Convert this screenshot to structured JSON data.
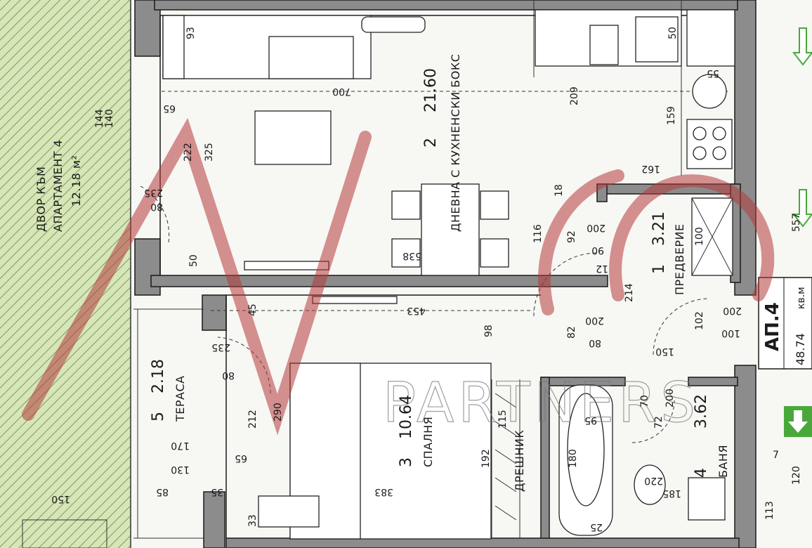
{
  "yard": {
    "line1": "ДВОР КЪМ",
    "line2": "АПАРТАМЕНТ 4",
    "line3": "12.18 м²"
  },
  "rooms": {
    "living": {
      "number": "2",
      "area": "21.60",
      "name": "ДНЕВНА С КУХНЕНСКИ БОКС"
    },
    "hall": {
      "number": "1",
      "area": "3.21",
      "name": "ПРЕДВЕРИЕ"
    },
    "terrace": {
      "number": "5",
      "area": "2.18",
      "name": "ТЕРАСА"
    },
    "bedroom": {
      "number": "3",
      "area": "10.64",
      "name": "СПАЛНЯ"
    },
    "bath": {
      "number": "4",
      "area": "3.62",
      "name": "БАНЯ"
    },
    "wardrobe": {
      "name": "ДРЕШНИК"
    }
  },
  "apartment": {
    "label": "АП.4",
    "area": "48.74",
    "unit": "кв.м"
  },
  "watermark": {
    "text": "PARTNERS"
  },
  "dimensions": {
    "d700": "700",
    "d209": "209",
    "d159": "159",
    "d162": "162",
    "d55": "55",
    "d50a": "50",
    "d93": "93",
    "d325": "325",
    "d222": "222",
    "d65a": "65",
    "d235a": "235",
    "d80a": "80",
    "d140": "140",
    "d144": "144",
    "d538": "538",
    "d50b": "50",
    "d200a": "200",
    "d90": "90",
    "d18": "18",
    "d116": "116",
    "d92": "92",
    "d12": "12",
    "d214": "214",
    "d453": "453",
    "d45": "45",
    "d98": "98",
    "d200b": "200",
    "d80b": "80",
    "d82": "82",
    "d150": "150",
    "d102": "102",
    "d200c": "200",
    "d100a": "100",
    "d100b": "100",
    "d557": "557",
    "d235b": "235",
    "d80c": "80",
    "d212": "212",
    "d290": "290",
    "d115": "115",
    "d70": "70",
    "d200d": "200",
    "d72": "72",
    "d95": "95",
    "d180": "180",
    "d192": "192",
    "d383": "383",
    "d170": "170",
    "d130": "130",
    "d65b": "65",
    "d85": "85",
    "d35": "35",
    "d220": "220",
    "d185": "185",
    "d25": "25",
    "d113": "113",
    "d120": "120",
    "d7": "7",
    "d150b": "150",
    "d33": "33"
  }
}
